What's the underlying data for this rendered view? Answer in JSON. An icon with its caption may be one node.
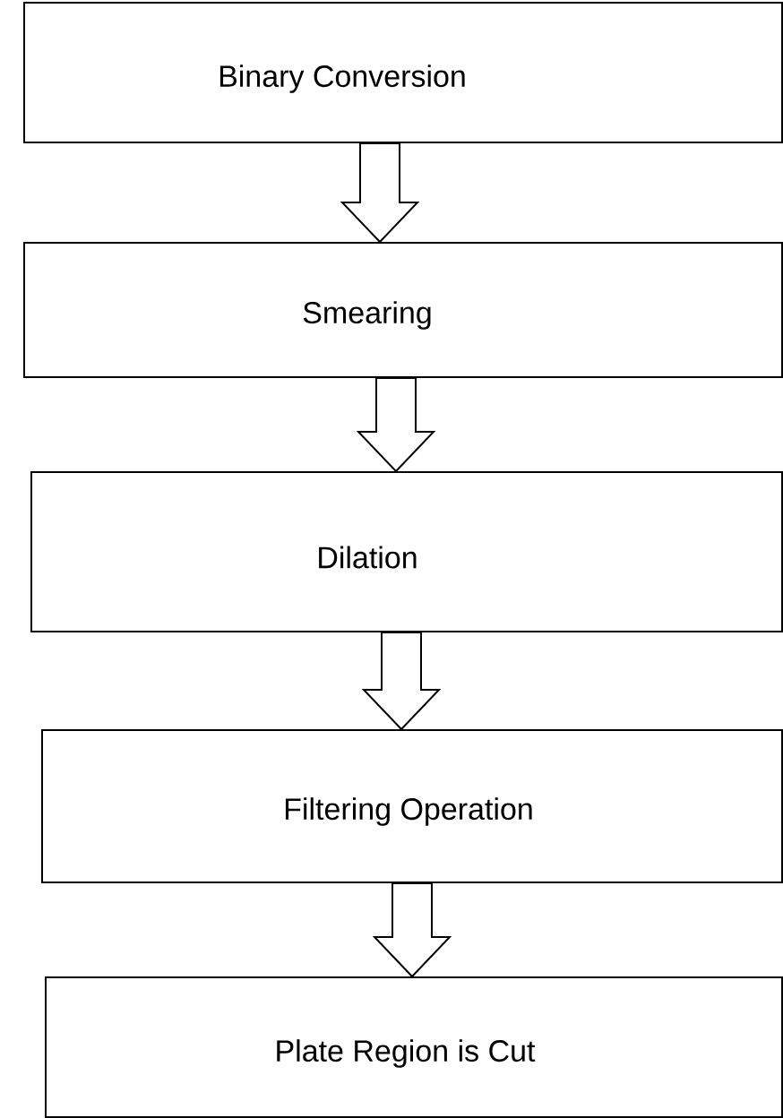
{
  "diagram": {
    "nodes": [
      {
        "text": [
          "Binary Conversion"
        ]
      },
      {
        "text": [
          "Smearing"
        ]
      },
      {
        "text": [
          "Dilation"
        ]
      },
      {
        "text": [
          "Filtering Operation"
        ]
      },
      {
        "text": [
          "Plate Region is Cut"
        ]
      }
    ],
    "edges": [
      {
        "from": 0,
        "to": 1,
        "arrow": "to"
      },
      {
        "from": 1,
        "to": 2,
        "arrow": "to"
      },
      {
        "from": 2,
        "to": 3,
        "arrow": "to"
      },
      {
        "from": 3,
        "to": 4,
        "arrow": "to"
      }
    ]
  }
}
